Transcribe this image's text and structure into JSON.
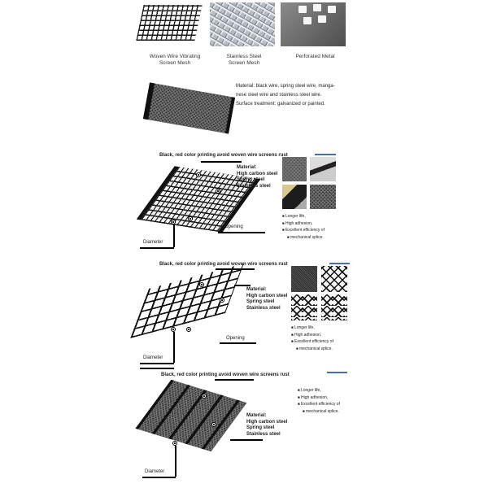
{
  "top_products": [
    {
      "caption_line1": "Woven Wire Vibrating",
      "caption_line2": "Screen Mesh",
      "image": "black-woven-wire-mesh"
    },
    {
      "caption_line1": "Stainless Steel",
      "caption_line2": "Screen Mesh",
      "image": "stainless-steel-crimped-mesh"
    },
    {
      "caption_line1": "Perforated Metal",
      "caption_line2": "",
      "image": "perforated-metal-plate"
    }
  ],
  "spec": {
    "line1": "Material: black wire, spring steel wire, manga-",
    "line2": "nese steel wire and stainless steel wire.",
    "line3": "Surface treatment: galvanized or painted."
  },
  "diagrams": [
    {
      "title": "Black, red color printing avoid woven wire screens rust",
      "material_heading": "Material:",
      "materials": [
        "High carbon steel",
        "Spring steel",
        "Stainless steel"
      ],
      "opening_label": "Opening",
      "diameter_label": "Diameter",
      "benefits": [
        "Longer life,",
        "High adhesion,",
        "Excellent efficiency of",
        "mechanical splice."
      ],
      "accent_color": "#4a6fa5"
    },
    {
      "title": "Black, red color printing avoid woven wire screens rust",
      "material_heading": "Material:",
      "materials": [
        "High carbon steel",
        "Spring steel",
        "Stainless steel"
      ],
      "opening_label": "Opening",
      "diameter_label": "Diameter",
      "benefits": [
        "Longer life,",
        "High adhesion,",
        "Excellent efficiency of",
        "mechanical splice."
      ],
      "accent_color": "#4a6fa5"
    },
    {
      "title": "Black, red color printing avoid woven wire screens rust",
      "material_heading": "Material:",
      "materials": [
        "High carbon steel",
        "Spring steel",
        "Stainless steel"
      ],
      "diameter_label": "Diameter",
      "benefits": [
        "Longer life,",
        "High adhesion,",
        "Excellent efficiency of",
        "mechanical splice."
      ],
      "accent_color": "#4a6fa5"
    }
  ]
}
